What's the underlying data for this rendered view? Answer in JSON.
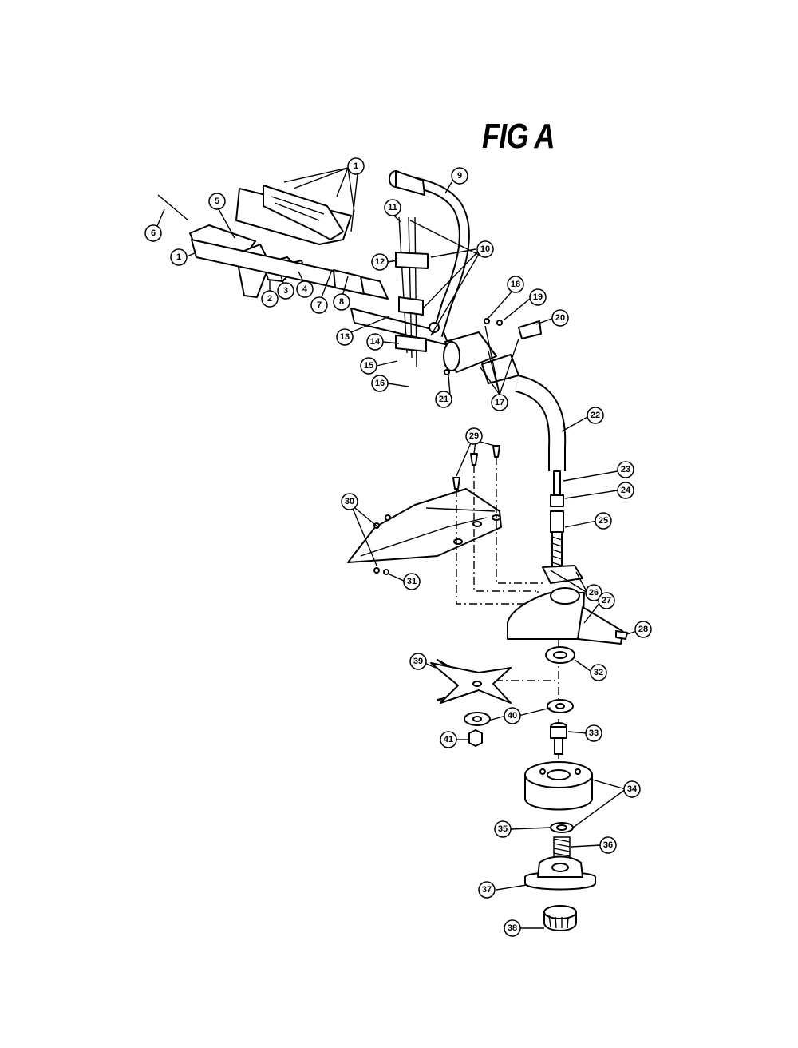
{
  "figure": {
    "title": "FIG A"
  },
  "callouts": [
    {
      "id": "1",
      "label": "1"
    },
    {
      "id": "1b",
      "label": "1"
    },
    {
      "id": "2",
      "label": "2"
    },
    {
      "id": "3",
      "label": "3"
    },
    {
      "id": "4",
      "label": "4"
    },
    {
      "id": "5",
      "label": "5"
    },
    {
      "id": "6",
      "label": "6"
    },
    {
      "id": "7",
      "label": "7"
    },
    {
      "id": "8",
      "label": "8"
    },
    {
      "id": "9",
      "label": "9"
    },
    {
      "id": "10",
      "label": "10"
    },
    {
      "id": "11",
      "label": "11"
    },
    {
      "id": "12",
      "label": "12"
    },
    {
      "id": "13",
      "label": "13"
    },
    {
      "id": "14",
      "label": "14"
    },
    {
      "id": "15",
      "label": "15"
    },
    {
      "id": "16",
      "label": "16"
    },
    {
      "id": "17",
      "label": "17"
    },
    {
      "id": "18",
      "label": "18"
    },
    {
      "id": "19",
      "label": "19"
    },
    {
      "id": "20",
      "label": "20"
    },
    {
      "id": "21",
      "label": "21"
    },
    {
      "id": "22",
      "label": "22"
    },
    {
      "id": "23",
      "label": "23"
    },
    {
      "id": "24",
      "label": "24"
    },
    {
      "id": "25",
      "label": "25"
    },
    {
      "id": "26",
      "label": "26"
    },
    {
      "id": "27",
      "label": "27"
    },
    {
      "id": "28",
      "label": "28"
    },
    {
      "id": "29",
      "label": "29"
    },
    {
      "id": "30",
      "label": "30"
    },
    {
      "id": "31",
      "label": "31"
    },
    {
      "id": "32",
      "label": "32"
    },
    {
      "id": "33",
      "label": "33"
    },
    {
      "id": "34",
      "label": "34"
    },
    {
      "id": "35",
      "label": "35"
    },
    {
      "id": "36",
      "label": "36"
    },
    {
      "id": "37",
      "label": "37"
    },
    {
      "id": "38",
      "label": "38"
    },
    {
      "id": "39",
      "label": "39"
    },
    {
      "id": "40",
      "label": "40"
    },
    {
      "id": "41",
      "label": "41"
    }
  ]
}
